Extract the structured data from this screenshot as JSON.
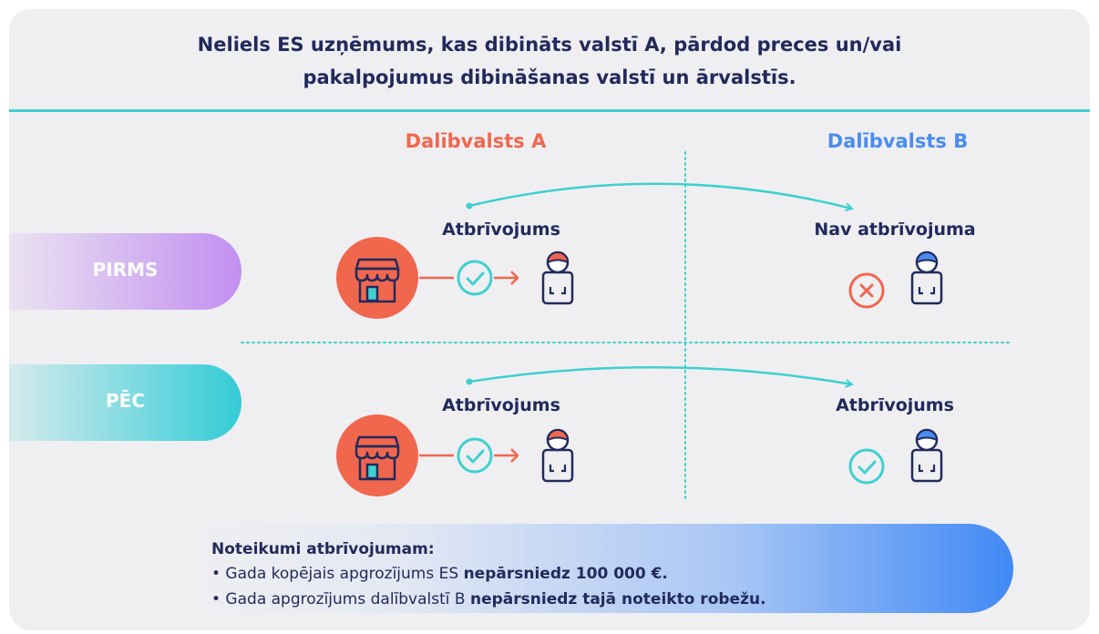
{
  "title": {
    "line1": "Neliels ES uzņēmums, kas dibināts valstī A, pārdod preces un/vai",
    "line2": "pakalpojumus dibināšanas valstī un ārvalstīs."
  },
  "columns": {
    "a": "Dalībvalsts A",
    "b": "Dalībvalsts B"
  },
  "rows": {
    "before": {
      "label": "PIRMS",
      "a_status": "Atbrīvojums",
      "b_status": "Nav atbrīvojuma"
    },
    "after": {
      "label": "PĒC",
      "a_status": "Atbrīvojums",
      "b_status": "Atbrīvojums"
    }
  },
  "rules": {
    "title": "Noteikumi atbrīvojumam:",
    "item1_prefix": "• Gada kopējais apgrozījums ES ",
    "item1_bold": "nepārsniedz 100 000 €.",
    "item2_prefix": "• Gada apgrozījums dalībvalstī B ",
    "item2_bold": "nepārsniedz tajā noteikto robežu."
  },
  "icons": [
    "shop-icon",
    "check-circle-icon",
    "arrow-right-icon",
    "customer-icon",
    "cross-circle-icon"
  ],
  "colors": {
    "navy": "#222a5c",
    "teal": "#3fd0cf",
    "orange": "#f0674e",
    "blue": "#4a8cf0",
    "purple": "#c28ef0"
  }
}
